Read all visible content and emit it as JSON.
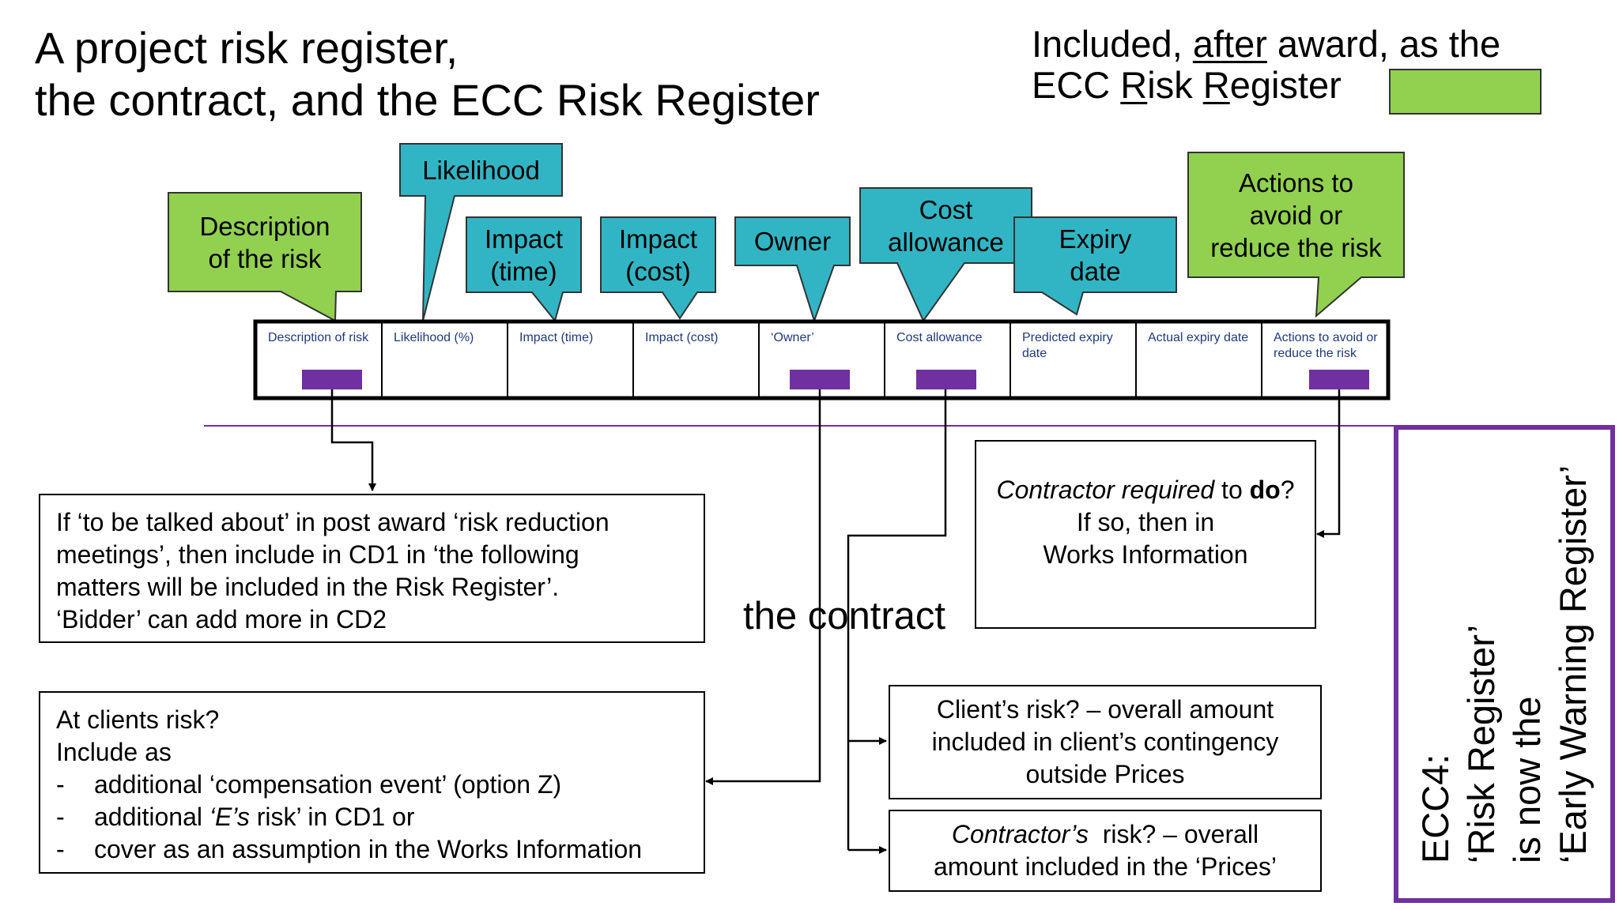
{
  "title_line1": "A project risk register,",
  "title_line2": "the contract, and the ECC Risk Register",
  "legend": {
    "line1_pre": "Included, ",
    "line1_u": "after",
    "line1_post": " award, as the",
    "line2_a": "ECC ",
    "line2_R1": "R",
    "line2_b": "isk ",
    "line2_R2": "R",
    "line2_c": "egister",
    "swatch_color": "#92d050"
  },
  "callouts": {
    "description": "Description\nof the risk",
    "likelihood": "Likelihood",
    "impact_time": "Impact\n(time)",
    "impact_cost": "Impact\n(cost)",
    "owner": "Owner",
    "cost_allowance": "Cost\nallowance",
    "expiry_date": "Expiry\ndate",
    "actions": "Actions to\navoid or\nreduce the risk"
  },
  "columns": [
    "Description of risk",
    "Likelihood (%)",
    "Impact (time)",
    "Impact (cost)",
    "‘Owner’",
    "Cost allowance",
    "Predicted expiry date",
    "Actual expiry date",
    "Actions to avoid or reduce the risk"
  ],
  "boxes": {
    "bidder": {
      "line1": "If ‘to be talked about’ in post award ‘risk reduction",
      "line2": "meetings’, then include in CD1 in  ‘the following",
      "line3": "matters will be included in the Risk Register’.",
      "line4": "‘Bidder’ can add more in CD2"
    },
    "clients_risk": {
      "line1": "At clients risk?",
      "line2": "Include as",
      "item1": "additional ‘compensation event’ (option Z)",
      "item2_pre": "additional ",
      "item2_em": "‘E’s",
      "item2_post": " risk’ in CD1 or",
      "item3": "cover as an assumption in the Works Information",
      "dash": "-"
    },
    "contractor_do": {
      "l1_em": "Contractor required",
      "l1_mid": " to ",
      "l1_b": "do",
      "l1_end": "?",
      "line2": "If so, then in",
      "line3": "Works Information"
    },
    "client_contingency": {
      "line1": "Client’s risk? – overall amount",
      "line2": "included in client’s contingency",
      "line3": "outside Prices"
    },
    "contractor_prices": {
      "l1_em": "Contractor’s",
      "l1_rest": "  risk? – overall",
      "line2": "amount included in the ‘Prices’"
    }
  },
  "the_contract": "the contract",
  "ecc4": {
    "line1": "ECC4:",
    "line2": "‘Risk Register’",
    "line3": "is now the",
    "line4": "‘Early Warning Register’"
  },
  "colors": {
    "green": "#92d050",
    "teal": "#31b5c4",
    "purple": "#7030a0",
    "cell_text": "#1f3a7a"
  }
}
